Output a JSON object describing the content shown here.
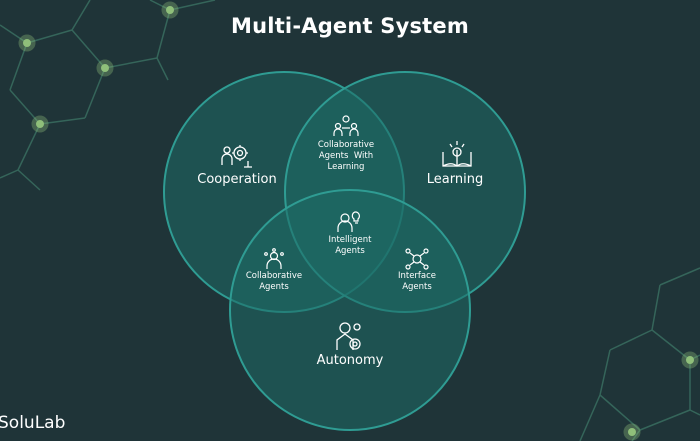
{
  "title": "Multi-Agent System",
  "brand": "SoluLab",
  "colors": {
    "background": "#1f3438",
    "circle_fill": "#1d6b66",
    "circle_stroke": "#2f9c93",
    "text": "#ffffff",
    "network_node": "#8fbf7a"
  },
  "sets": {
    "cooperation": "Cooperation",
    "learning": "Learning",
    "autonomy": "Autonomy"
  },
  "intersections": {
    "cooperation_learning": [
      "Collaborative",
      "Agents  With",
      "Learning"
    ],
    "center": [
      "Intelligent",
      "Agents"
    ],
    "cooperation_autonomy": [
      "Collaborative",
      "Agents"
    ],
    "learning_autonomy": [
      "Interface",
      "Agents"
    ]
  },
  "icons": {
    "cooperation": "gear-people-icon",
    "learning": "open-book-icon",
    "autonomy": "robot-hand-icon",
    "collab_learning": "agents-group-icon",
    "intelligent": "lightbulb-person-icon",
    "collab": "person-network-icon",
    "interface": "interface-network-icon"
  }
}
